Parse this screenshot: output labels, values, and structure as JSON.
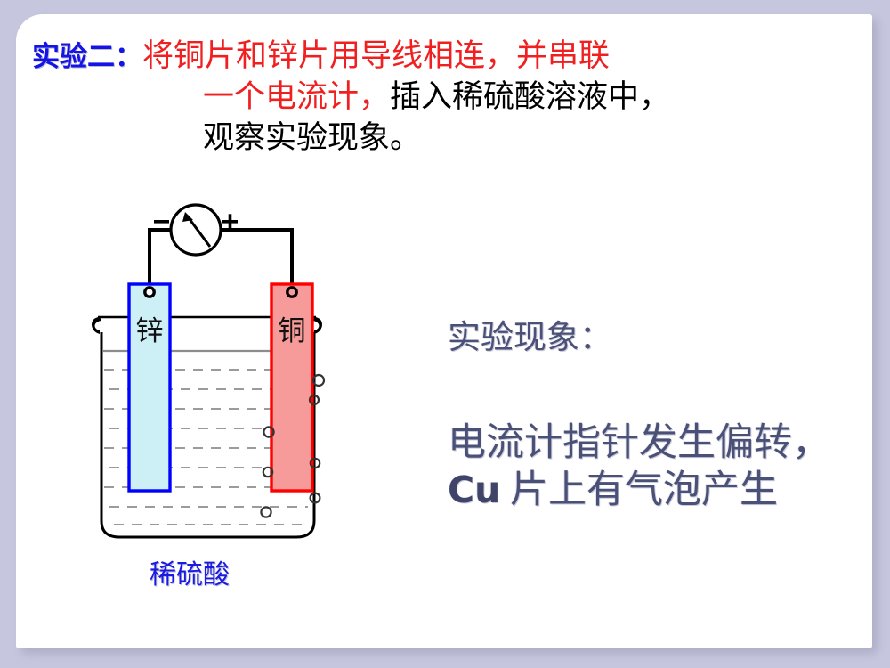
{
  "slide": {
    "background_color": "#c6c6de",
    "card_color": "#ffffff"
  },
  "title": {
    "label": "实验二：",
    "label_color": "#1414e6",
    "line1_red": "将铜片和锌片用导线相连，并串联",
    "line2_red": "一个电流计，",
    "line2_black": "插入稀硫酸溶液中，",
    "line3_black": "观察实验现象。",
    "red_color": "#f02020",
    "black_color": "#000000"
  },
  "diagram": {
    "meter": {
      "name": "galvanometer",
      "negative_terminal": "−",
      "positive_terminal": "+"
    },
    "zinc_plate": {
      "label": "锌",
      "fill": "#ccf0f5",
      "stroke": "#0000ff"
    },
    "copper_plate": {
      "label": "铜",
      "fill": "#f79a9a",
      "stroke": "#ff0000"
    },
    "beaker": {
      "stroke": "#000000",
      "solution_line_color": "#808080"
    },
    "solution_label": "稀硫酸",
    "solution_label_color": "#1a1ae0",
    "bubble_count": 6
  },
  "phenomenon": {
    "heading": "实验现象：",
    "line1": "电流计指针发生偏转，",
    "line2_symbol": "Cu",
    "line2_rest": " 片上有气泡产生",
    "text_color": "#4b5077"
  }
}
